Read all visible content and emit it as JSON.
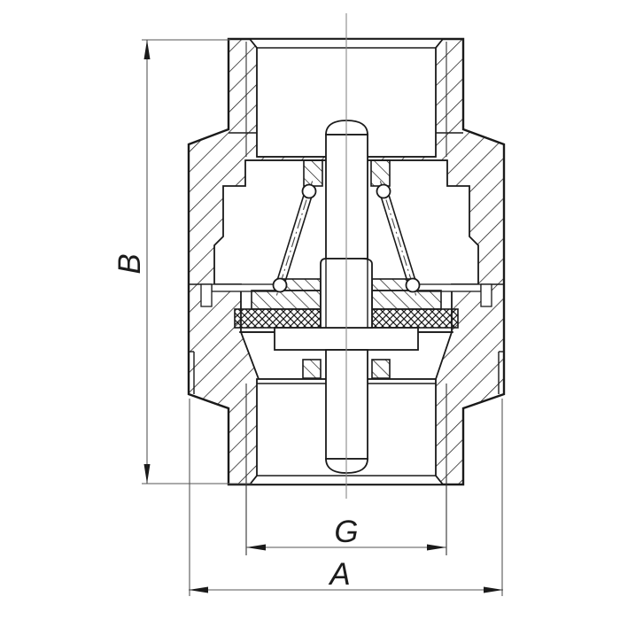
{
  "drawing": {
    "labels": {
      "height": "B",
      "thread": "G",
      "width": "A"
    },
    "colors": {
      "line": "#1a1a1a",
      "dim_line": "#555555",
      "center_line": "#8a8a8a",
      "background": "#ffffff"
    }
  }
}
